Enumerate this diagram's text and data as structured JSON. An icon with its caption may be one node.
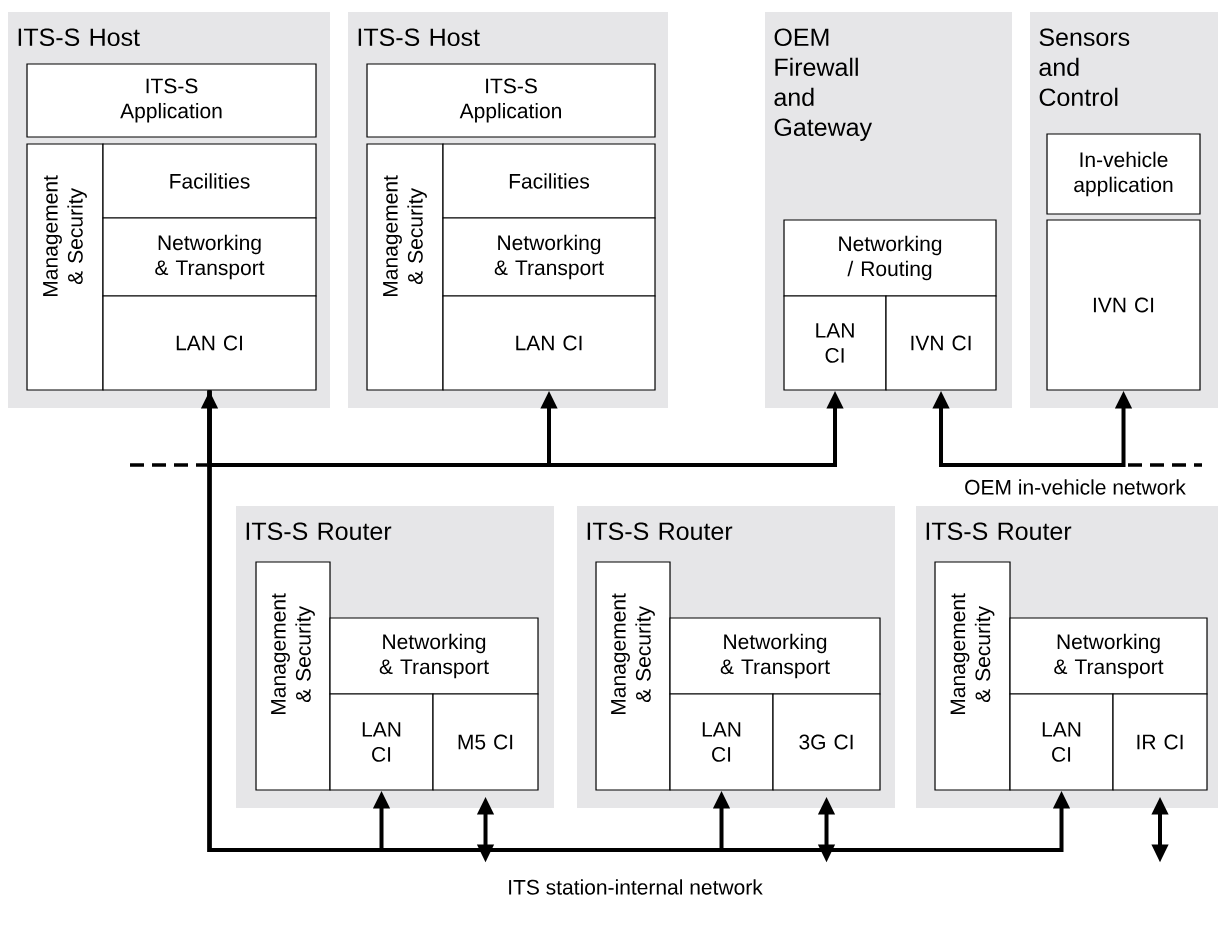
{
  "diagram": {
    "nodes": [
      {
        "text": [
          "ITS-S Host"
        ]
      },
      {
        "text": [
          "ITS-S Application"
        ],
        "in": 0
      },
      {
        "text": [
          "Management & Security"
        ],
        "in": 0
      },
      {
        "text": [
          "Facilities"
        ],
        "in": 0
      },
      {
        "text": [
          "Networking & Transport"
        ],
        "in": 0
      },
      {
        "text": [
          "LAN CI"
        ],
        "in": 0
      },
      {
        "text": [
          "ITS-S Host"
        ]
      },
      {
        "text": [
          "ITS-S Application"
        ],
        "in": 6
      },
      {
        "text": [
          "Management & Security"
        ],
        "in": 6
      },
      {
        "text": [
          "Facilities"
        ],
        "in": 6
      },
      {
        "text": [
          "Networking & Transport"
        ],
        "in": 6
      },
      {
        "text": [
          "LAN CI"
        ],
        "in": 6
      },
      {
        "text": [
          "OEM Firewall and Gateway"
        ]
      },
      {
        "text": [
          "Networking / Routing"
        ],
        "in": 12
      },
      {
        "text": [
          "LAN CI"
        ],
        "in": 12
      },
      {
        "text": [
          "IVN CI"
        ],
        "in": 12
      },
      {
        "text": [
          "Sensors and Control"
        ]
      },
      {
        "text": [
          "In-vehicle application"
        ],
        "in": 16
      },
      {
        "text": [
          "IVN CI"
        ],
        "in": 16
      },
      {
        "text": [
          "ITS-S Router"
        ]
      },
      {
        "text": [
          "Management & Security"
        ],
        "in": 19
      },
      {
        "text": [
          "Networking & Transport"
        ],
        "in": 19
      },
      {
        "text": [
          "LAN CI"
        ],
        "in": 19
      },
      {
        "text": [
          "M5 CI"
        ],
        "in": 19
      },
      {
        "text": [
          "ITS-S Router"
        ]
      },
      {
        "text": [
          "Management & Security"
        ],
        "in": 24
      },
      {
        "text": [
          "Networking & Transport"
        ],
        "in": 24
      },
      {
        "text": [
          "LAN CI"
        ],
        "in": 24
      },
      {
        "text": [
          "3G CI"
        ],
        "in": 24
      },
      {
        "text": [
          "ITS-S Router"
        ]
      },
      {
        "text": [
          "Management & Security"
        ],
        "in": 29
      },
      {
        "text": [
          "Networking & Transport"
        ],
        "in": 29
      },
      {
        "text": [
          "LAN CI"
        ],
        "in": 29
      },
      {
        "text": [
          "IR CI"
        ],
        "in": 29
      }
    ],
    "edges": [
      {
        "from": 5,
        "to": 11,
        "arrow": "both"
      },
      {
        "from": 5,
        "to": 14,
        "arrow": "to"
      },
      {
        "from": 5,
        "to": 22,
        "arrow": "to"
      },
      {
        "from": 5,
        "to": 27,
        "arrow": "to"
      },
      {
        "from": 5,
        "to": 32,
        "arrow": "to"
      },
      {
        "from": 15,
        "to": 18,
        "arrow": "both"
      },
      {
        "from": 23,
        "to": null,
        "arrow": "both"
      },
      {
        "from": 28,
        "to": null,
        "arrow": "both"
      },
      {
        "from": 33,
        "to": null,
        "arrow": "both"
      }
    ],
    "labels": [
      "OEM in-vehicle network",
      "ITS station-internal network"
    ]
  }
}
